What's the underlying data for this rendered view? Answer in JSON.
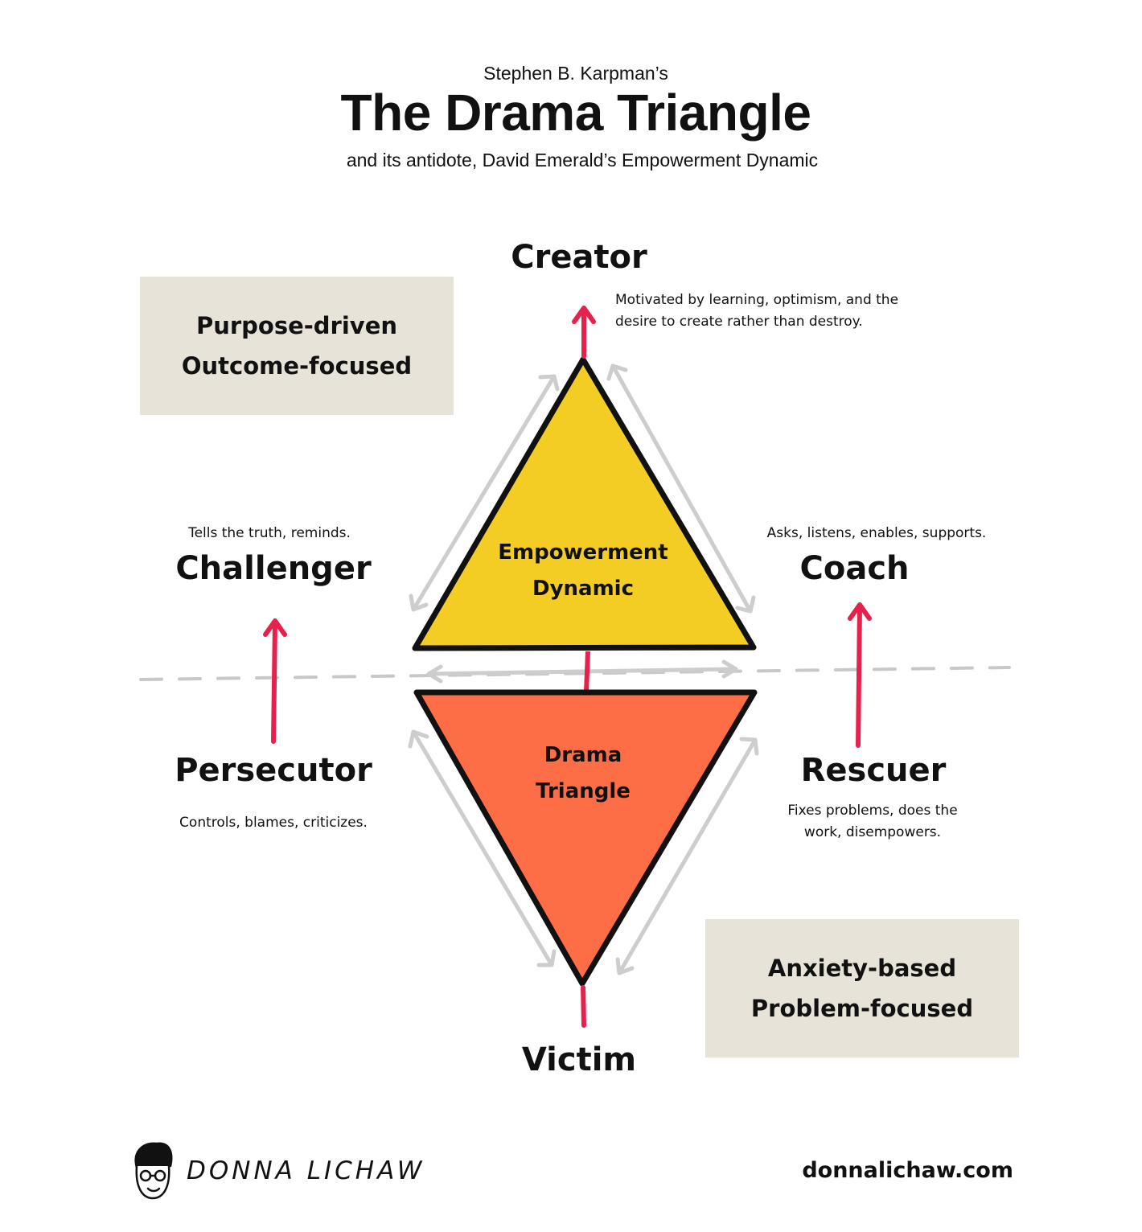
{
  "header": {
    "kicker": "Stephen B. Karpman’s",
    "title": "The Drama Triangle",
    "subtitle": "and its antidote, David Emerald’s Empowerment Dynamic"
  },
  "top": {
    "role": "Creator",
    "description_line1": "Motivated by learning, optimism, and the",
    "description_line2": "desire to create rather than destroy."
  },
  "empowerment_box": {
    "line1": "Purpose-driven",
    "line2": "Outcome-focused"
  },
  "challenger": {
    "role": "Challenger",
    "description": "Tells the truth, reminds."
  },
  "coach": {
    "role": "Coach",
    "description": "Asks, listens, enables, supports."
  },
  "empowerment_triangle": {
    "line1": "Empowerment",
    "line2": "Dynamic"
  },
  "drama_triangle": {
    "line1": "Drama",
    "line2": "Triangle"
  },
  "persecutor": {
    "role": "Persecutor",
    "description": "Controls, blames, criticizes."
  },
  "rescuer": {
    "role": "Rescuer",
    "description_line1": "Fixes problems, does the",
    "description_line2": "work, disempowers."
  },
  "drama_box": {
    "line1": "Anxiety-based",
    "line2": "Problem-focused"
  },
  "bottom": {
    "role": "Victim"
  },
  "footer": {
    "brand": "DONNA LICHAW",
    "site": "donnalichaw.com"
  },
  "colors": {
    "empowerment_fill": "#f3cd23",
    "drama_fill": "#fd6e47",
    "arrow_red": "#e6224c",
    "arrow_gray": "#cccccc",
    "box_bg": "#e8e3d9"
  },
  "icons": {
    "avatar": "avatar-icon"
  }
}
